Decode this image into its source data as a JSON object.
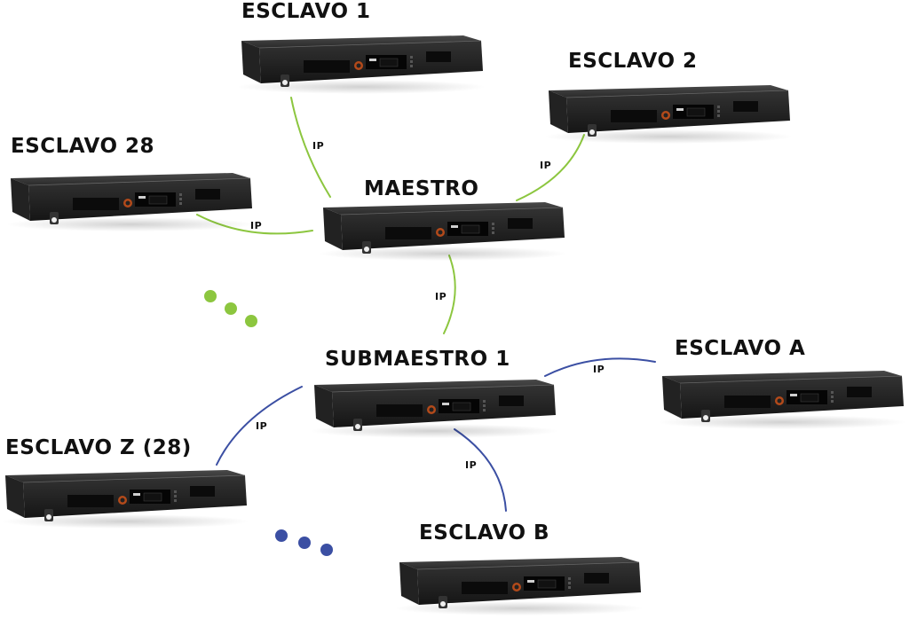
{
  "colors": {
    "master_links": "#8cc63f",
    "submaster_links": "#3b4fa3",
    "device_body": "#2b2b2b",
    "device_face": "#1d1d1d"
  },
  "link_label": "IP",
  "devices": {
    "esclavo_1": "ESCLAVO 1",
    "esclavo_2": "ESCLAVO 2",
    "esclavo_28": "ESCLAVO 28",
    "maestro": "MAESTRO",
    "submaestro_1": "SUBMAESTRO 1",
    "esclavo_a": "ESCLAVO A",
    "esclavo_z": "ESCLAVO Z (28)",
    "esclavo_b": "ESCLAVO B"
  },
  "icons": {
    "device": "rack-amplifier-icon",
    "more_green": "ellipsis-dots-icon",
    "more_blue": "ellipsis-dots-icon"
  }
}
